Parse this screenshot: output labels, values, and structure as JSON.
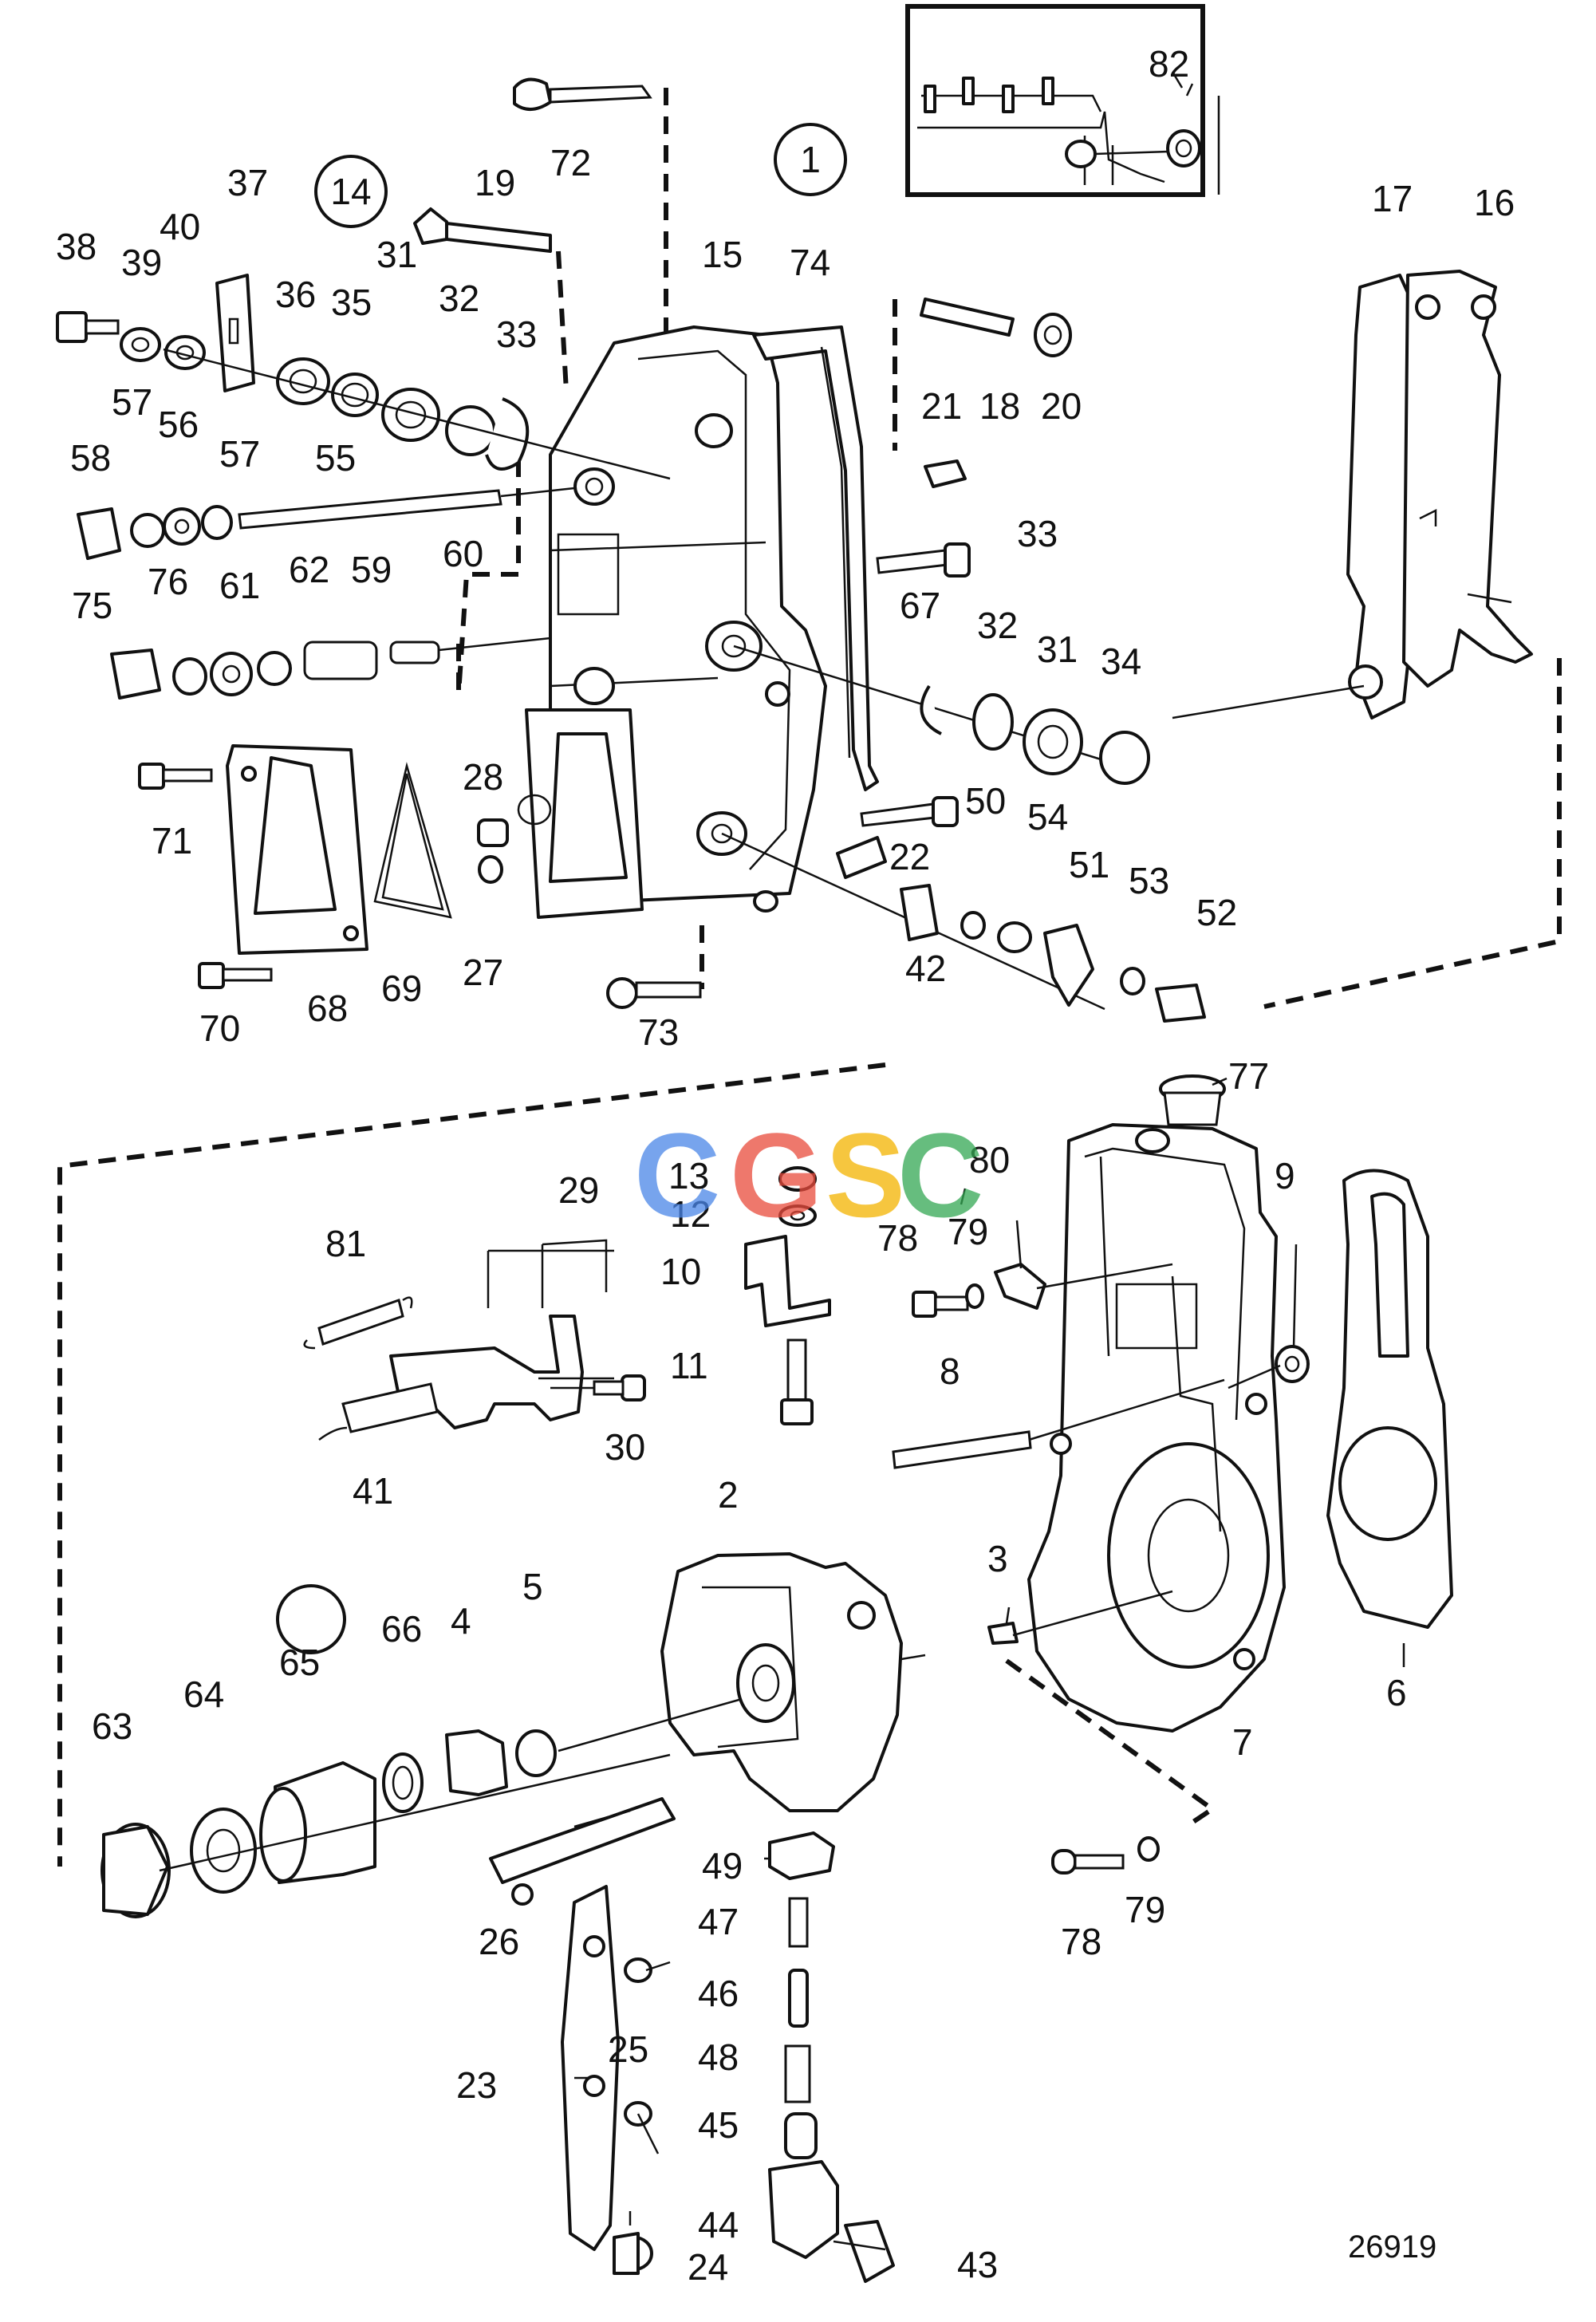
{
  "diagram": {
    "reference_code": "26919",
    "watermark": {
      "letters": [
        "C",
        "G",
        "S",
        "C"
      ],
      "colors": [
        "#4a86e8",
        "#e94b3c",
        "#f4b400",
        "#34a853"
      ]
    },
    "circled_labels": [
      "1",
      "14"
    ],
    "part_numbers": {
      "p1": "1",
      "p2": "2",
      "p3": "3",
      "p4": "4",
      "p5": "5",
      "p6": "6",
      "p7": "7",
      "p8": "8",
      "p9": "9",
      "p10": "10",
      "p11": "11",
      "p12": "12",
      "p13": "13",
      "p15": "15",
      "p16": "16",
      "p17": "17",
      "p18": "18",
      "p19": "19",
      "p20": "20",
      "p21": "21",
      "p22": "22",
      "p23": "23",
      "p24": "24",
      "p25": "25",
      "p26": "26",
      "p27": "27",
      "p28": "28",
      "p29": "29",
      "p30": "30",
      "p31": "31",
      "p32": "32",
      "p33": "33",
      "p34": "34",
      "p35": "35",
      "p36": "36",
      "p37": "37",
      "p38": "38",
      "p39": "39",
      "p40": "40",
      "p41": "41",
      "p42": "42",
      "p43": "43",
      "p44": "44",
      "p45": "45",
      "p46": "46",
      "p47": "47",
      "p48": "48",
      "p49": "49",
      "p50": "50",
      "p51": "51",
      "p52": "52",
      "p53": "53",
      "p54": "54",
      "p55": "55",
      "p56": "56",
      "p57": "57",
      "p58": "58",
      "p59": "59",
      "p60": "60",
      "p61": "61",
      "p62": "62",
      "p63": "63",
      "p64": "64",
      "p65": "65",
      "p66": "66",
      "p67": "67",
      "p68": "68",
      "p69": "69",
      "p70": "70",
      "p71": "71",
      "p72": "72",
      "p73": "73",
      "p74": "74",
      "p75": "75",
      "p76": "76",
      "p77": "77",
      "p78": "78",
      "p79": "79",
      "p80": "80",
      "p81": "81",
      "p82": "82"
    }
  }
}
